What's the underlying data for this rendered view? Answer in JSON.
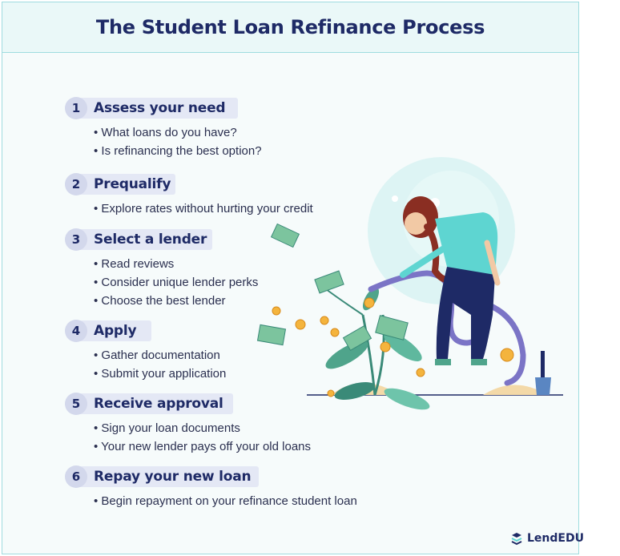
{
  "title": "The Student Loan Refinance Process",
  "steps": [
    {
      "number": "1",
      "title": "Assess your need",
      "bullets": [
        "What loans do you have?",
        "Is refinancing the best option?"
      ]
    },
    {
      "number": "2",
      "title": "Prequalify",
      "bullets": [
        "Explore rates without hurting your credit"
      ]
    },
    {
      "number": "3",
      "title": "Select a lender",
      "bullets": [
        "Read reviews",
        "Consider unique lender perks",
        "Choose the best lender"
      ]
    },
    {
      "number": "4",
      "title": "Apply",
      "bullets": [
        "Gather documentation",
        "Submit your application"
      ]
    },
    {
      "number": "5",
      "title": "Receive approval",
      "bullets": [
        "Sign your loan documents",
        "Your new lender pays off your old loans"
      ]
    },
    {
      "number": "6",
      "title": "Repay your new loan",
      "bullets": [
        "Begin repayment on your refinance student loan"
      ]
    }
  ],
  "logo": {
    "text": "LendEDU",
    "icon": "lendedu-logo-icon"
  },
  "illustration": {
    "icon": "woman-watering-money-plant-illustration"
  },
  "colors": {
    "title": "#1e2a66",
    "border": "#9fdcdf",
    "pill": "#e4e8f5",
    "number_circle": "#d3d8ec",
    "accent_teal": "#5ed5d1"
  }
}
